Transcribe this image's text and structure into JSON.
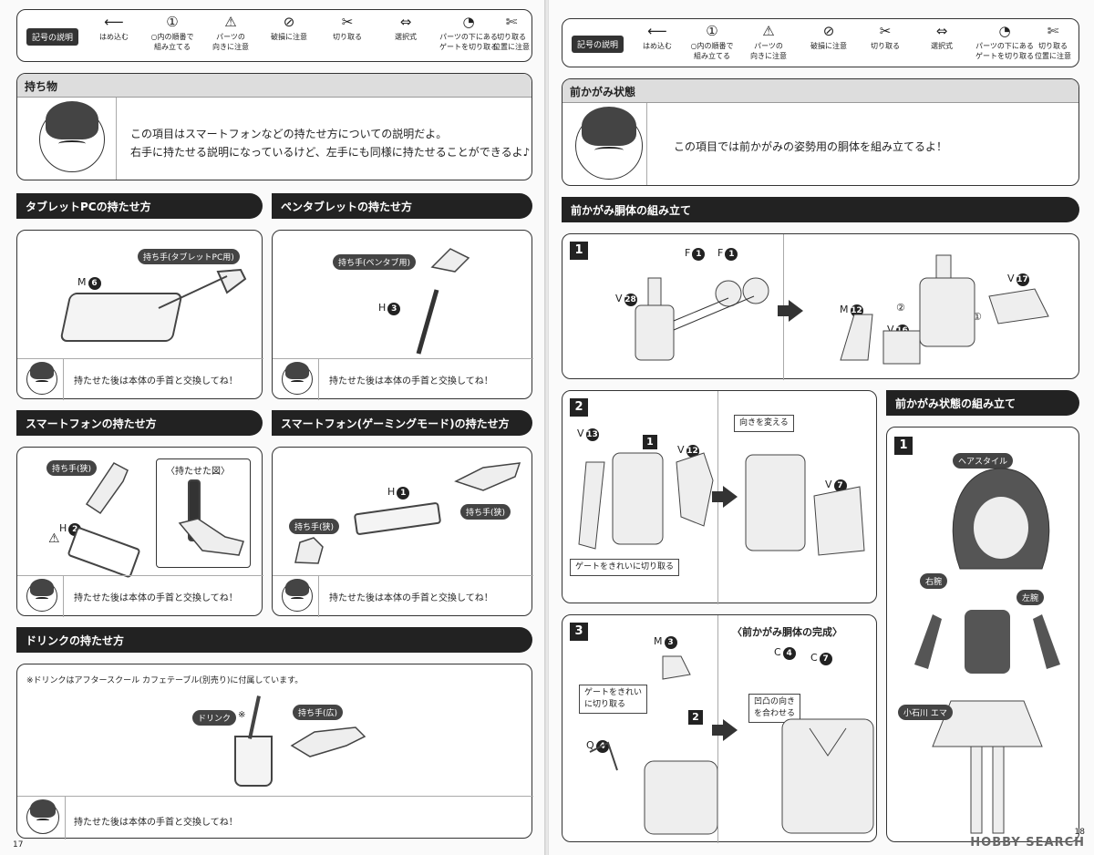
{
  "legend": {
    "tag": "記号の説明",
    "items": [
      {
        "icon": "arrow-left-icon",
        "glyph": "←",
        "label": "はめ込む"
      },
      {
        "icon": "circled-one-icon",
        "glyph": "①",
        "label": "○内の順番で\n組み立てる"
      },
      {
        "icon": "warning-icon",
        "glyph": "!",
        "label": "パーツの\n向きに注意"
      },
      {
        "icon": "break-icon",
        "glyph": "⊘",
        "label": "破損に注意"
      },
      {
        "icon": "cut-icon",
        "glyph": "✂",
        "label": "切り取る"
      },
      {
        "icon": "choice-arrow-icon",
        "glyph": "⇔",
        "label": "選択式"
      },
      {
        "icon": "gate-icon",
        "glyph": "◔",
        "label": "パーツの下にある\nゲートを切り取る"
      },
      {
        "icon": "cut-position-icon",
        "glyph": "✂",
        "label": "切り取る\n位置に注意"
      }
    ]
  },
  "left": {
    "intro": {
      "title": "持ち物",
      "line1": "この項目はスマートフォンなどの持たせ方についての説明だよ。",
      "line2": "右手に持たせる説明になっているけど、左手にも同様に持たせることができるよ♪"
    },
    "tablet": {
      "title": "タブレットPCの持たせ方",
      "hand": "持ち手(タブレットPC用)",
      "part": "M",
      "num": "6",
      "note": "持たせた後は本体の手首と交換してね！"
    },
    "pentab": {
      "title": "ペンタブレットの持たせ方",
      "hand": "持ち手(ペンタブ用)",
      "part": "H",
      "num": "3",
      "note": "持たせた後は本体の手首と交換してね！"
    },
    "phone": {
      "title": "スマートフォンの持たせ方",
      "hand": "持ち手(狭)",
      "part": "H",
      "num": "2",
      "inset": "〈持たせた図〉",
      "note": "持たせた後は本体の手首と交換してね！"
    },
    "gaming": {
      "title": "スマートフォン(ゲーミングモード)の持たせ方",
      "hand1": "持ち手(狭)",
      "hand2": "持ち手(狭)",
      "part": "H",
      "num": "1",
      "note": "持たせた後は本体の手首と交換してね！"
    },
    "drink": {
      "title": "ドリンクの持たせ方",
      "footnote": "※ドリンクはアフタースクール カフェテーブル(別売り)に付属しています。",
      "label": "ドリンク",
      "mark": "※",
      "hand": "持ち手(広)",
      "note": "持たせた後は本体の手首と交換してね！"
    },
    "page_number": "17"
  },
  "right": {
    "intro": {
      "title": "前かがみ状態",
      "line1": "この項目では前かがみの姿勢用の胴体を組み立てるよ！"
    },
    "torso_title": "前かがみ胴体の組み立て",
    "step1": {
      "num": "1",
      "f1": "F",
      "f1n": "1",
      "f2": "F",
      "f2n": "1",
      "v28": "V",
      "v28n": "28",
      "m12": "M",
      "m12n": "12",
      "v16": "V",
      "v16n": "16",
      "v17": "V",
      "v17n": "17",
      "c1": "①",
      "c2": "②"
    },
    "step2": {
      "num": "2",
      "v13": "V",
      "v13n": "13",
      "v12": "V",
      "v12n": "12",
      "sub": "1",
      "gate": "ゲートをきれいに切り取る",
      "turn": "向きを変える",
      "v7": "V",
      "v7n": "7"
    },
    "step3": {
      "num": "3",
      "m3": "M",
      "m3n": "3",
      "gate": "ゲートをきれい\nに切り取る",
      "q4": "Q",
      "q4n": "4",
      "sub": "2",
      "complete": "〈前かがみ胴体の完成〉",
      "c4": "C",
      "c4n": "4",
      "c7": "C",
      "c7n": "7",
      "align": "凹凸の向き\nを合わせる"
    },
    "assembly": {
      "title": "前かがみ状態の組み立て",
      "num": "1",
      "hair": "ヘアスタイル",
      "rarm": "右腕",
      "larm": "左腕",
      "name": "小石川 エマ"
    },
    "page_number": "18"
  },
  "watermark": "HOBBY SEARCH"
}
